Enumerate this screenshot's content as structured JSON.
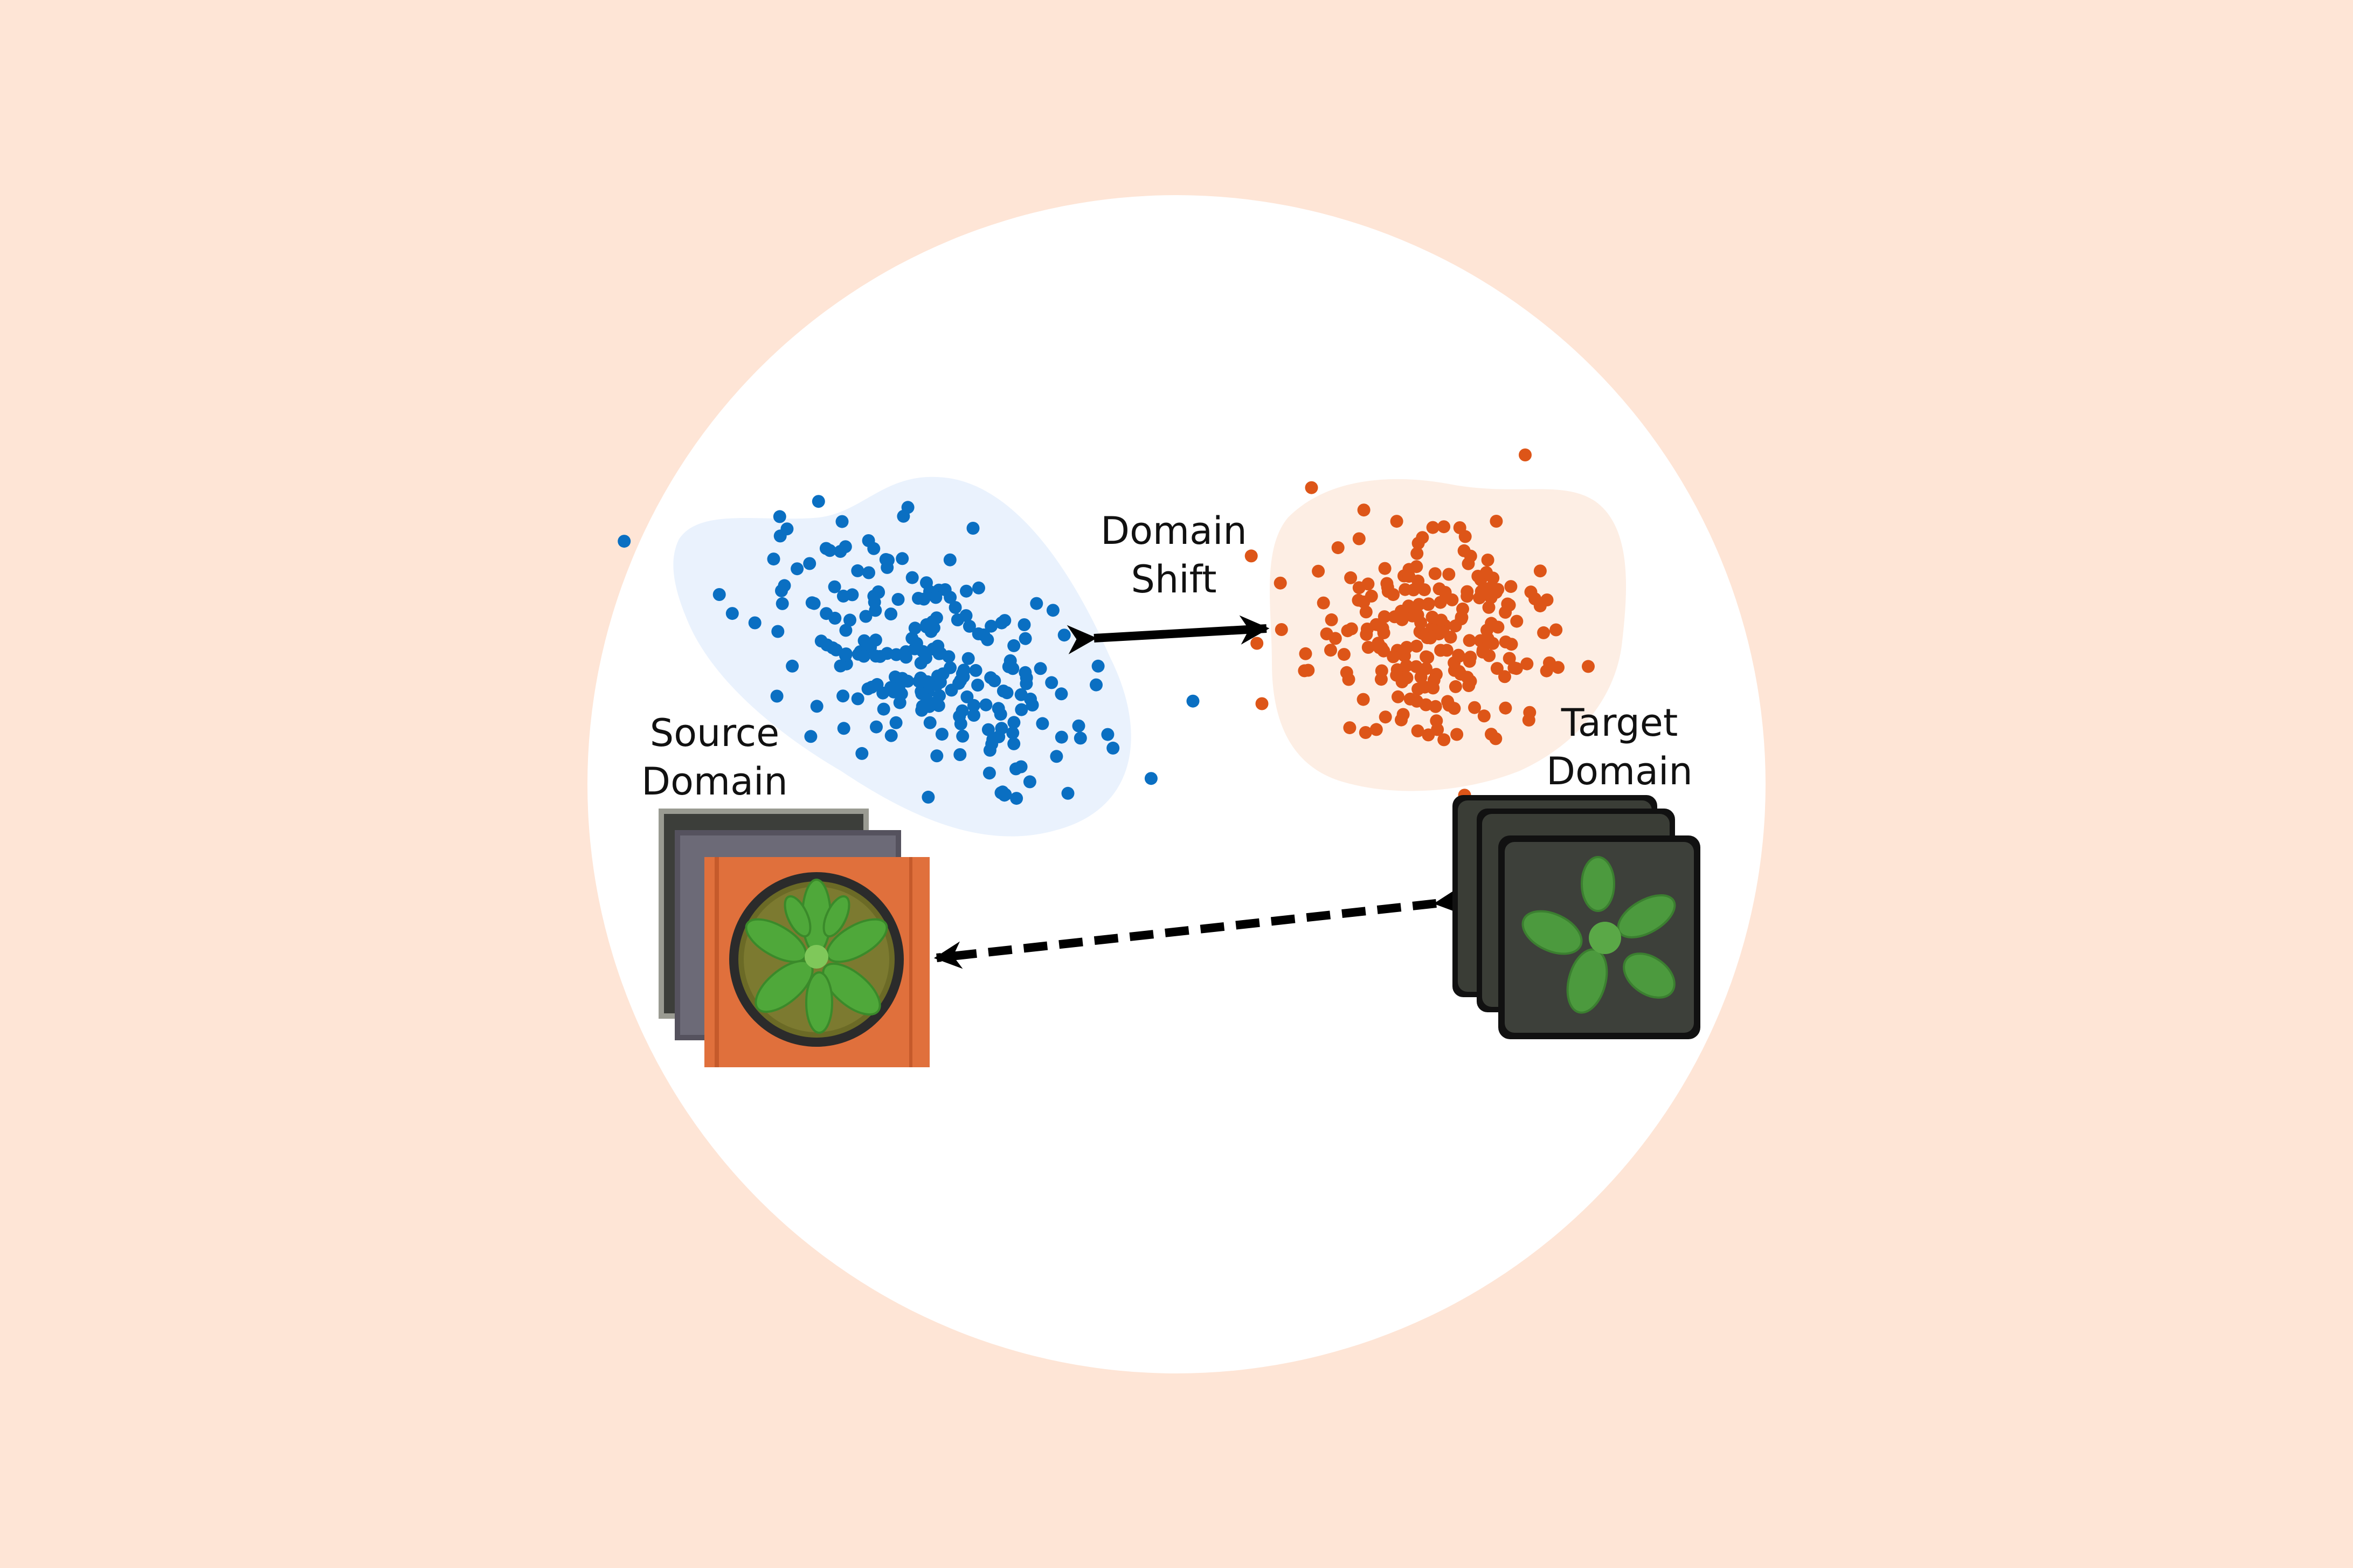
{
  "labels": {
    "domain_shift_line1": "Domain",
    "domain_shift_line2": "Shift",
    "source_line1": "Source",
    "source_line2": "Domain",
    "target_line1": "Target",
    "target_line2": "Domain"
  },
  "colors": {
    "background": "#fee5d6",
    "circle": "#ffffff",
    "source_points": "#0a6fc2",
    "source_blob": "#eaf2fd",
    "target_points": "#dd5518",
    "target_blob": "#fdeee4",
    "arrow": "#000000",
    "pot": "#e0703c",
    "soil": "#6b6a26",
    "leaf": "#4fa83a",
    "tray": "#3a3d36",
    "target_leaf": "#4c9a3e"
  },
  "icons": {
    "source_images": "plant-photo-stack-icon",
    "target_images": "plant-photo-stack-icon"
  }
}
